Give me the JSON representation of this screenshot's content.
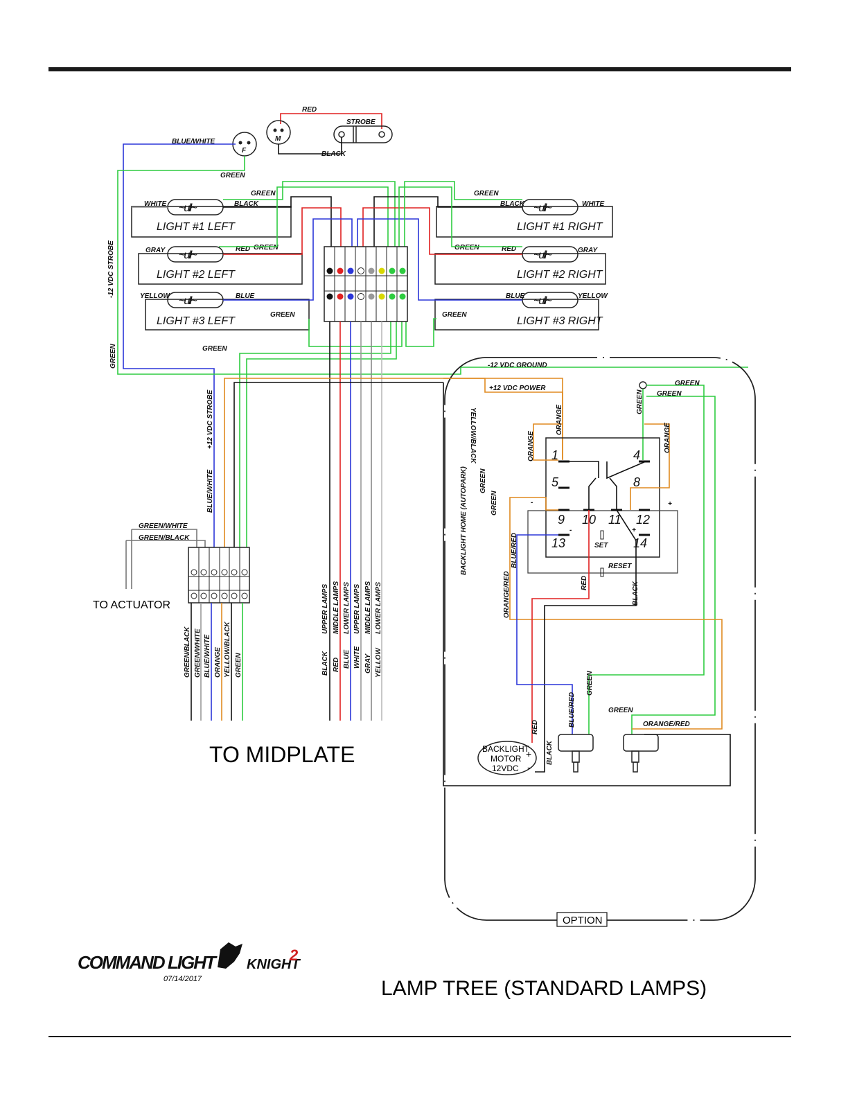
{
  "colors": {
    "green": "#2ecc40",
    "red": "#e02020",
    "blue": "#2b36d9",
    "black": "#111111",
    "white": "#9a9a9a",
    "orange": "#f0a040",
    "gray": "#888888",
    "yellow": "#d8d800"
  },
  "strobe": {
    "red": "RED",
    "strobe": "STROBE",
    "black": "BLACK",
    "blue_white": "BLUE/WHITE",
    "green": "GREEN",
    "f": "F",
    "m": "M"
  },
  "lights": {
    "l1_left": "LIGHT #1 LEFT",
    "l2_left": "LIGHT #2 LEFT",
    "l3_left": "LIGHT #3 LEFT",
    "l1_right": "LIGHT #1 RIGHT",
    "l2_right": "LIGHT #2 RIGHT",
    "l3_right": "LIGHT #3 RIGHT"
  },
  "wire_labels": {
    "white": "WHITE",
    "black": "BLACK",
    "gray": "GRAY",
    "red": "RED",
    "yellow": "YELLOW",
    "blue": "BLUE",
    "green": "GREEN",
    "strobe_neg": "-12 VDC STROBE",
    "strobe_pos": "+12 VDC STROBE",
    "green_white": "GREEN/WHITE",
    "green_black": "GREEN/BLACK",
    "blue_white": "BLUE/WHITE",
    "orange": "ORANGE",
    "yellow_black": "YELLOW/BLACK",
    "ground": "-12 VDC GROUND",
    "power": "+12 VDC POWER",
    "autopark": "BACKLIGHT HOME (AUTOPARK)",
    "blue_red": "BLUE/RED",
    "orange_red": "ORANGE/RED",
    "set": "SET",
    "reset": "RESET"
  },
  "bottom_labels": {
    "left": [
      "GREEN/BLACK",
      "GREEN/WHITE",
      "BLUE/WHITE",
      "ORANGE",
      "YELLOW/BLACK",
      "GREEN"
    ],
    "mid_colors": [
      "BLACK",
      "RED",
      "BLUE",
      "WHITE",
      "GRAY",
      "YELLOW"
    ],
    "mid_lamps": [
      "UPPER LAMPS",
      "MIDDLE LAMPS",
      "LOWER LAMPS",
      "UPPER LAMPS",
      "MIDDLE LAMPS",
      "LOWER LAMPS"
    ]
  },
  "relay": {
    "pins": [
      "1",
      "4",
      "5",
      "8",
      "9",
      "10",
      "11",
      "12",
      "13",
      "14"
    ],
    "minus": "-",
    "plus": "+"
  },
  "motor": {
    "line1": "BACKLIGHT",
    "line2": "MOTOR",
    "line3": "12VDC",
    "plus": "+",
    "minus": "-"
  },
  "to_actuator": "TO ACTUATOR",
  "to_midplate": "TO MIDPLATE",
  "option": "OPTION",
  "logo": {
    "text": "COMMAND LIGHT",
    "knight": "KNIGHT",
    "sup": "2"
  },
  "date": "07/14/2017",
  "title": "LAMP TREE (STANDARD LAMPS)"
}
